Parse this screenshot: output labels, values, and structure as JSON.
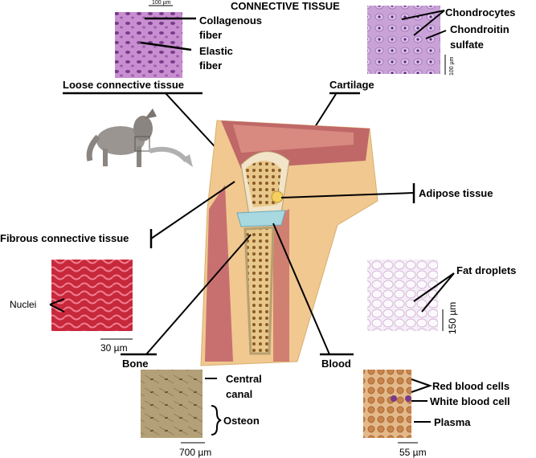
{
  "title": "CONNECTIVE TISSUE",
  "loose": {
    "heading": "Loose connective tissue",
    "label1a": "Collagenous",
    "label1b": "fiber",
    "label2a": "Elastic",
    "label2b": "fiber",
    "scale": "100 µm"
  },
  "cartilage": {
    "heading": "Cartilage",
    "label1": "Chondrocytes",
    "label2a": "Chondroitin",
    "label2b": "sulfate",
    "scale": "100 µm"
  },
  "adipose": {
    "heading": "Adipose tissue",
    "label1": "Fat droplets",
    "scale": "150 µm"
  },
  "fibrous": {
    "heading": "Fibrous connective tissue",
    "label1": "Nuclei",
    "scale": "30 µm"
  },
  "bone": {
    "heading": "Bone",
    "label1a": "Central",
    "label1b": "canal",
    "label2": "Osteon",
    "scale": "700 µm"
  },
  "blood": {
    "heading": "Blood",
    "label1": "Red blood cells",
    "label2": "White blood cell",
    "label3": "Plasma",
    "scale": "55 µm"
  }
}
